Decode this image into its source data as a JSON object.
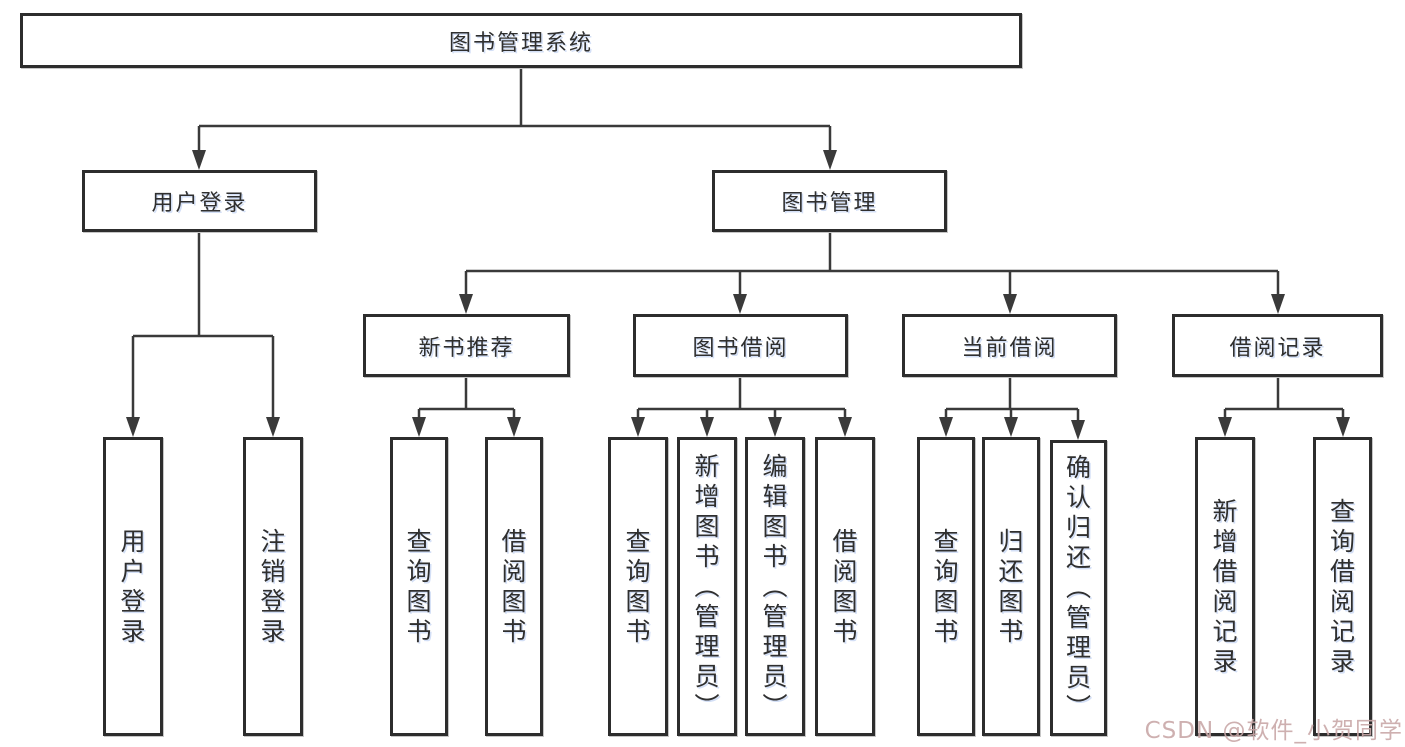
{
  "diagram": {
    "root": {
      "label": "图书管理系统"
    },
    "branches": [
      {
        "label": "用户登录",
        "children": [
          {
            "label": "用户登录"
          },
          {
            "label": "注销登录"
          }
        ]
      },
      {
        "label": "图书管理",
        "children": [
          {
            "label": "新书推荐",
            "children": [
              {
                "label": "查询图书"
              },
              {
                "label": "借阅图书"
              }
            ]
          },
          {
            "label": "图书借阅",
            "children": [
              {
                "label": "查询图书"
              },
              {
                "label": "新增图书（管理员）"
              },
              {
                "label": "编辑图书（管理员）"
              },
              {
                "label": "借阅图书"
              }
            ]
          },
          {
            "label": "当前借阅",
            "children": [
              {
                "label": "查询图书"
              },
              {
                "label": "归还图书"
              },
              {
                "label": "确认归还（管理员）"
              }
            ]
          },
          {
            "label": "借阅记录",
            "children": [
              {
                "label": "新增借阅记录"
              },
              {
                "label": "查询借阅记录"
              }
            ]
          }
        ]
      }
    ]
  },
  "watermark": {
    "text": "CSDN @软件_小贺同学"
  },
  "colors": {
    "line": "#3a3a3a",
    "box_border": "#2d2d2d",
    "text": "#2f2f2f",
    "watermark": "#c9a8a8",
    "background": "#ffffff"
  }
}
